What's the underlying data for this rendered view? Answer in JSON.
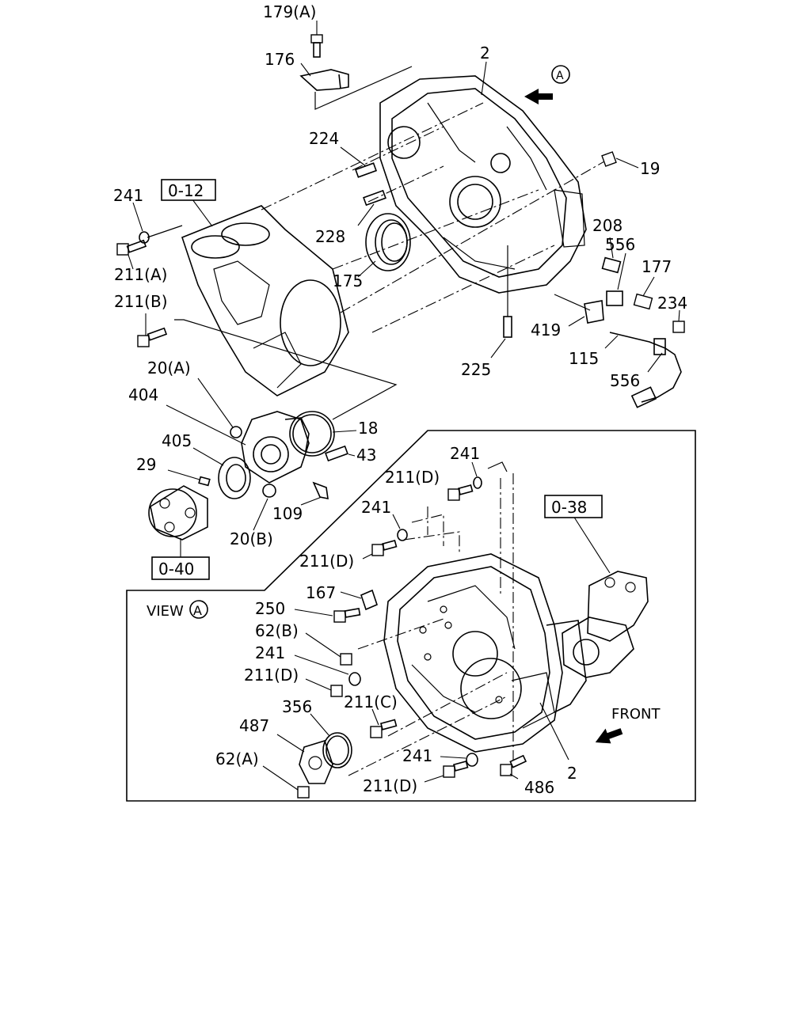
{
  "labels": {
    "p179a": "179(A)",
    "p176": "176",
    "p2_top": "2",
    "view_ref_top": "A",
    "p224": "224",
    "p19": "19",
    "p241_a": "241",
    "p228": "228",
    "p208": "208",
    "p556_a": "556",
    "p177": "177",
    "p211a": "211(A)",
    "p175": "175",
    "p234": "234",
    "p211b": "211(B)",
    "p419": "419",
    "p225": "225",
    "p115": "115",
    "p556_b": "556",
    "p20a": "20(A)",
    "p404": "404",
    "p18": "18",
    "p405": "405",
    "p43": "43",
    "p29": "29",
    "p109": "109",
    "p20b": "20(B)",
    "p241_b": "241",
    "p211d_a": "211(D)",
    "p241_c": "241",
    "p211d_b": "211(D)",
    "p167": "167",
    "p250": "250",
    "p62b": "62(B)",
    "p241_d": "241",
    "p211d_c": "211(D)",
    "p211c": "211(C)",
    "p356": "356",
    "p487": "487",
    "p62a": "62(A)",
    "p241_e": "241",
    "p211d_d": "211(D)",
    "p486": "486",
    "p2_bottom": "2"
  },
  "refs": {
    "r012": "0-12",
    "r040": "0-40",
    "r038": "0-38"
  },
  "view": {
    "prefix": "VIEW",
    "circle": "A"
  },
  "front": "FRONT"
}
